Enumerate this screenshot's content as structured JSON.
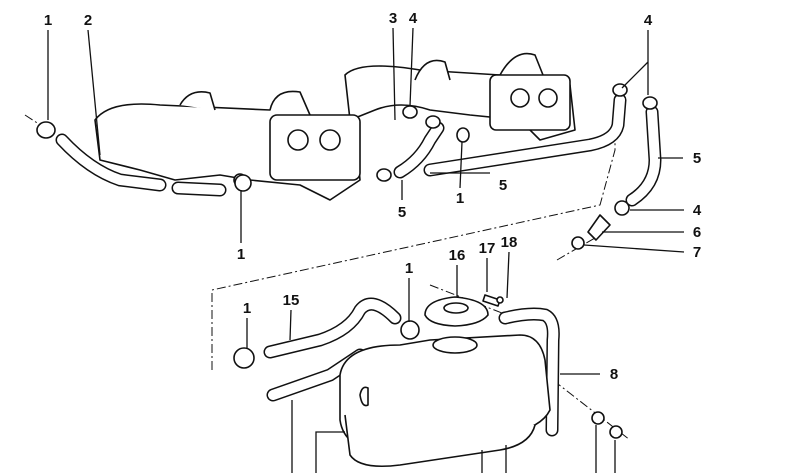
{
  "diagram": {
    "callouts": {
      "c1_top_left": "1",
      "c2": "2",
      "c3": "3",
      "c4_top_mid": "4",
      "c4_top_right": "4",
      "c5_right": "5",
      "c5_mid": "5",
      "c1_mid": "1",
      "c5_lower": "5",
      "c1_manifold_bottom": "1",
      "c4_right": "4",
      "c6": "6",
      "c7": "7",
      "c1_tank": "1",
      "c16": "16",
      "c17": "17",
      "c18": "18",
      "c1_left": "1",
      "c15": "15",
      "c8": "8"
    }
  }
}
